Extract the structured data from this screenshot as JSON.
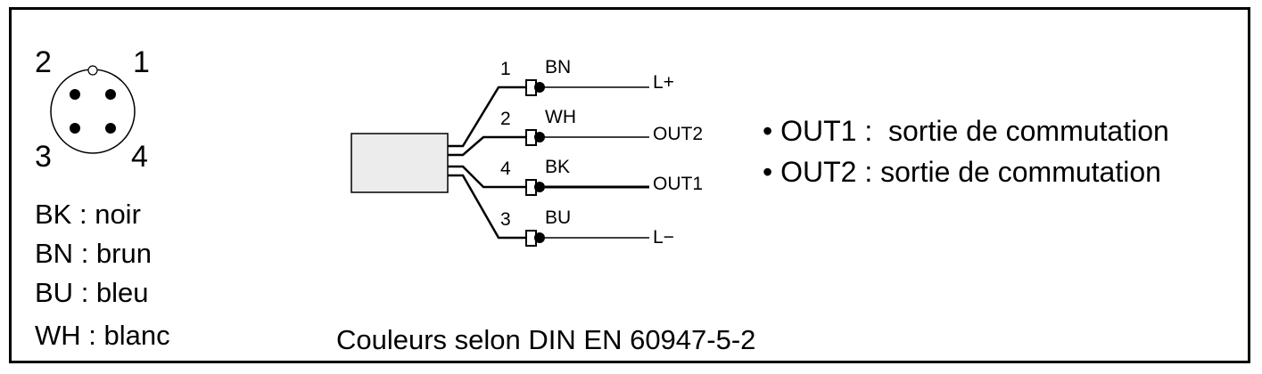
{
  "connector": {
    "pins": [
      {
        "number": "2"
      },
      {
        "number": "1"
      },
      {
        "number": "3"
      },
      {
        "number": "4"
      }
    ]
  },
  "legend": [
    {
      "code": "BK",
      "meaning": "noir"
    },
    {
      "code": "BN",
      "meaning": "brun"
    },
    {
      "code": "BU",
      "meaning": "bleu"
    },
    {
      "code": "WH",
      "meaning": "blanc"
    }
  ],
  "wiring": [
    {
      "pin": "1",
      "color": "BN",
      "signal": "L+"
    },
    {
      "pin": "2",
      "color": "WH",
      "signal": "OUT2"
    },
    {
      "pin": "4",
      "color": "BK",
      "signal": "OUT1"
    },
    {
      "pin": "3",
      "color": "BU",
      "signal": "L−"
    }
  ],
  "outputs": [
    {
      "name": "OUT1",
      "separator": " :  ",
      "description": "sortie de commutation"
    },
    {
      "name": "OUT2",
      "separator": " : ",
      "description": "sortie de commutation"
    }
  ],
  "footer": "Couleurs selon DIN EN 60947-5-2",
  "colors": {
    "line": "#000000",
    "sensor_fill": "#ececec",
    "background": "#ffffff"
  }
}
